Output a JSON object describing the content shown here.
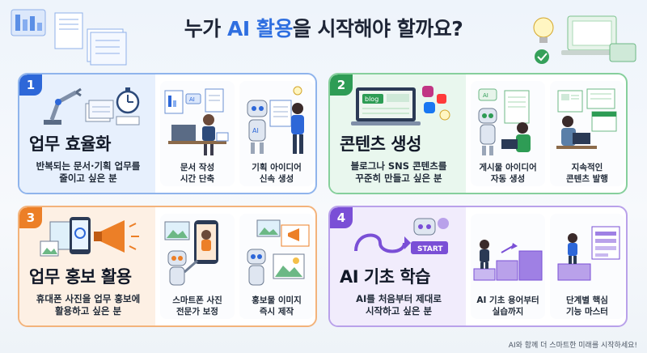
{
  "title": {
    "before": "누가 ",
    "highlight": "AI 활용",
    "after": "을 시작해야 할까요?"
  },
  "colors": {
    "blue": "#2d67d8",
    "green": "#2e9c55",
    "orange": "#ec7f27",
    "purple": "#7a4fd6",
    "highlight": "#2f6fe0"
  },
  "cards": [
    {
      "number": "1",
      "heading": "업무 효율화",
      "description": "반복되는 문서·기획 업무를\n줄이고 싶은 분",
      "icon": "robot-arm-stopwatch-documents",
      "subs": [
        {
          "caption": "문서 작성\n시간 단축",
          "icon": "person-at-desk-documents"
        },
        {
          "caption": "기획 아이디어\n신속 생성",
          "icon": "robot-and-person-planning"
        }
      ]
    },
    {
      "number": "2",
      "heading": "콘텐츠 생성",
      "description": "블로그나 SNS 콘텐츠를\n꾸준히 만들고 싶은 분",
      "badge": "blog",
      "icon": "laptop-blog-social-lightbulb",
      "subs": [
        {
          "caption": "게시물 아이디어\n자동 생성",
          "icon": "robot-and-person-chat"
        },
        {
          "caption": "지속적인\n콘텐츠 발행",
          "icon": "person-calendar-content"
        }
      ]
    },
    {
      "number": "3",
      "heading": "업무 홍보 활용",
      "description": "휴대폰 사진을 업무 홍보에\n활용하고 싶은 분",
      "icon": "phone-photos-megaphone",
      "subs": [
        {
          "caption": "스마트폰 사진\n전문가 보정",
          "icon": "robot-phone-photo"
        },
        {
          "caption": "홍보물 이미지\n즉시 제작",
          "icon": "robot-promo-images"
        }
      ]
    },
    {
      "number": "4",
      "heading": "AI 기초 학습",
      "description": "AI를 처음부터 제대로\n시작하고 싶은 분",
      "badge": "START",
      "icon": "robot-start-path",
      "subs": [
        {
          "caption": "AI 기초 용어부터\n실습까지",
          "icon": "steps-climbing"
        },
        {
          "caption": "단계별 핵심\n기능 마스터",
          "icon": "person-on-podium-board"
        }
      ]
    }
  ],
  "footer": "AI와 함께 더 스마트한 미래를 시작하세요!"
}
